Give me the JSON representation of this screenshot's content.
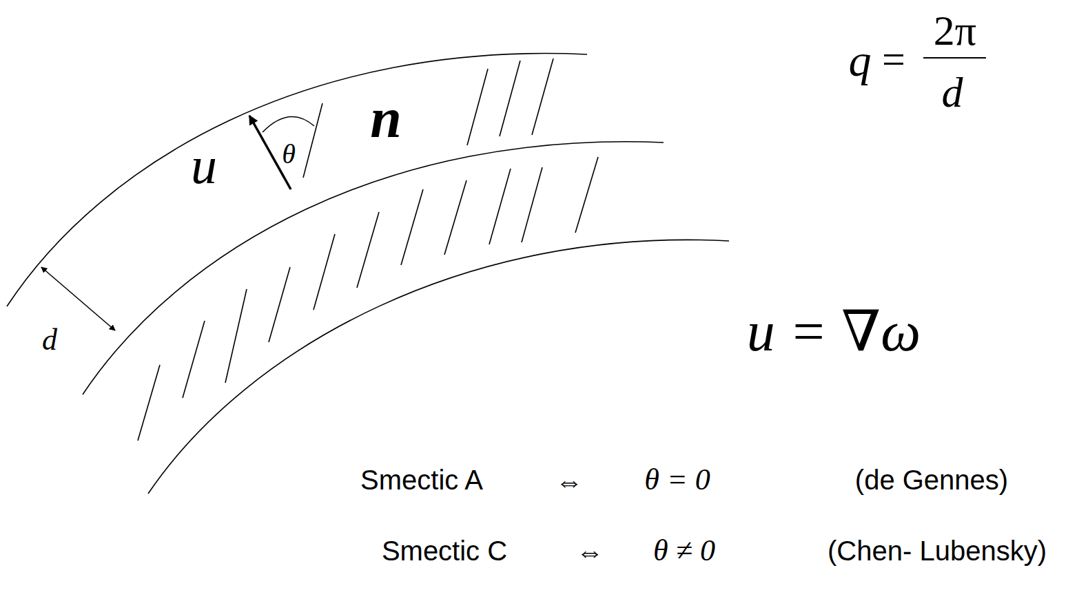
{
  "diagram": {
    "labels": [
      "u",
      "θ",
      "n",
      "d",
      "q",
      "=",
      "2π",
      "d",
      "u = ∇ω",
      "Smectic A",
      "⇔",
      "θ = 0",
      "(de Gennes)",
      "Smectic C",
      "⇔",
      "θ ≠ 0",
      "(Chen- Lubensky)"
    ]
  }
}
